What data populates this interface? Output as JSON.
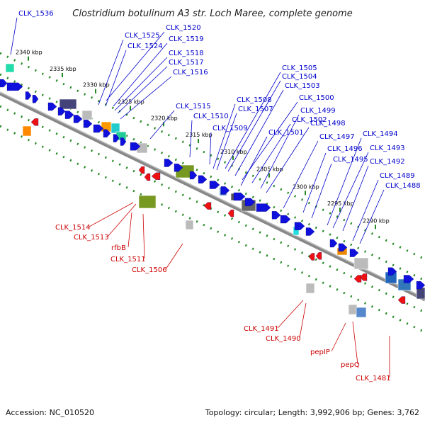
{
  "title": "Clostridium botulinum A3 str. Loch Maree, complete genome",
  "footer": {
    "accession": "Accession: NC_010520",
    "topology": "Topology: circular; Length: 3,992,906 bp; Genes: 3,762"
  },
  "ticks": [
    "2340 kbp",
    "2335 kbp",
    "2330 kbp",
    "2325 kbp",
    "2320 kbp",
    "2315 kbp",
    "2310 kbp",
    "2305 kbp",
    "2300 kbp",
    "2295 kbp",
    "2290 kbp"
  ],
  "upper_labels": [
    "CLK_1536",
    "CLK_1520",
    "CLK_1525",
    "CLK_1519",
    "CLK_1524",
    "CLK_1518",
    "CLK_1517",
    "CLK_1516",
    "CLK_1515",
    "CLK_1510",
    "CLK_1509",
    "CLK_1505",
    "CLK_1504",
    "CLK_1503",
    "CLK_1508",
    "CLK_1500",
    "CLK_1507",
    "CLK_1502",
    "CLK_1499",
    "CLK_1501",
    "CLK_1498",
    "CLK_1497",
    "CLK_1494",
    "CLK_1496",
    "CLK_1493",
    "CLK_1495",
    "CLK_1492",
    "CLK_1489",
    "CLK_1488"
  ],
  "lower_labels": [
    "CLK_1514",
    "CLK_1513",
    "rfbB",
    "CLK_1511",
    "CLK_1506",
    "CLK_1491",
    "CLK_1490",
    "pepIP",
    "pepQ",
    "CLK_1481"
  ],
  "colors": {
    "forward_gene": "#1010dd",
    "reverse_gene": "#ee1111",
    "backbone": "#888888",
    "upper_label": "#0000cc",
    "lower_label": "#cc0000",
    "feature_ring": "#228822"
  }
}
